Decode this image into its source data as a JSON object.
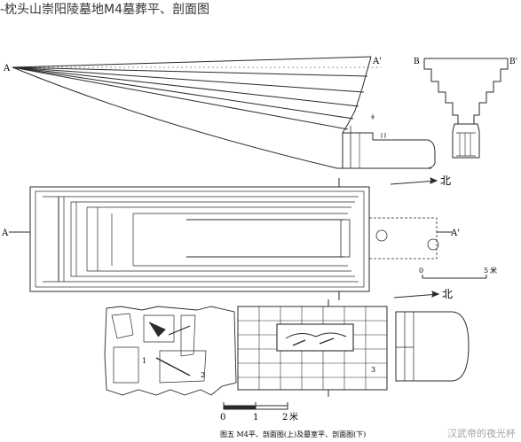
{
  "page": {
    "title": "-枕头山崇阳陵墓地M4墓葬平、剖面图"
  },
  "figure": {
    "section_labels": {
      "a_left": "A",
      "a_right": "A'",
      "b_left": "B",
      "b_right": "B'"
    },
    "north_label": "北",
    "scale_upper": {
      "zero": "0",
      "five": "5",
      "unit": "米"
    },
    "scale_lower": {
      "zero": "0",
      "one": "1",
      "two": "2",
      "unit": "米"
    },
    "plan_numerals": [
      "1",
      "2",
      "3"
    ],
    "caption": "图五  M4平、剖面图(上)及墓室平、剖面图(下)"
  },
  "watermark": "汉武帝的夜光杯",
  "colors": {
    "ink": "#2a2a2a",
    "hatch": "#555555",
    "background": "#ffffff"
  }
}
